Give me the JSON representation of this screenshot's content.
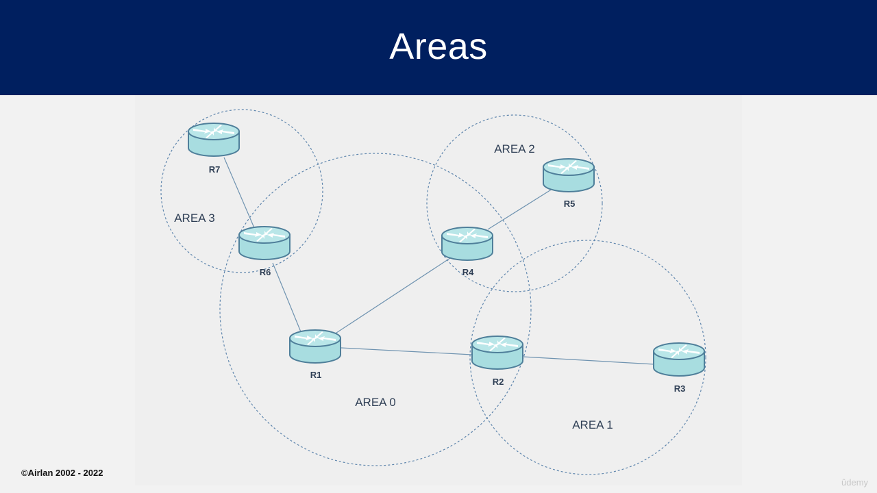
{
  "slide": {
    "title": "Areas",
    "header_color": "#001f5f",
    "copyright": "©Airlan 2002 - 2022",
    "watermark": "ûdemy"
  },
  "diagram": {
    "areas": [
      {
        "id": "area0",
        "label": "AREA 0"
      },
      {
        "id": "area1",
        "label": "AREA 1"
      },
      {
        "id": "area2",
        "label": "AREA 2"
      },
      {
        "id": "area3",
        "label": "AREA 3"
      }
    ],
    "routers": [
      {
        "id": "R1",
        "label": "R1"
      },
      {
        "id": "R2",
        "label": "R2"
      },
      {
        "id": "R3",
        "label": "R3"
      },
      {
        "id": "R4",
        "label": "R4"
      },
      {
        "id": "R5",
        "label": "R5"
      },
      {
        "id": "R6",
        "label": "R6"
      },
      {
        "id": "R7",
        "label": "R7"
      }
    ],
    "links": [
      {
        "from": "R7",
        "to": "R6"
      },
      {
        "from": "R6",
        "to": "R1"
      },
      {
        "from": "R1",
        "to": "R4"
      },
      {
        "from": "R4",
        "to": "R5"
      },
      {
        "from": "R1",
        "to": "R2"
      },
      {
        "from": "R2",
        "to": "R3"
      }
    ],
    "colors": {
      "router_body": "#a8dde0",
      "router_top": "#b9e6e8",
      "router_stroke": "#4f7f9a",
      "link": "#6f93b0",
      "area_circle": "#5f86ad",
      "label_text": "#2f3f55"
    }
  }
}
